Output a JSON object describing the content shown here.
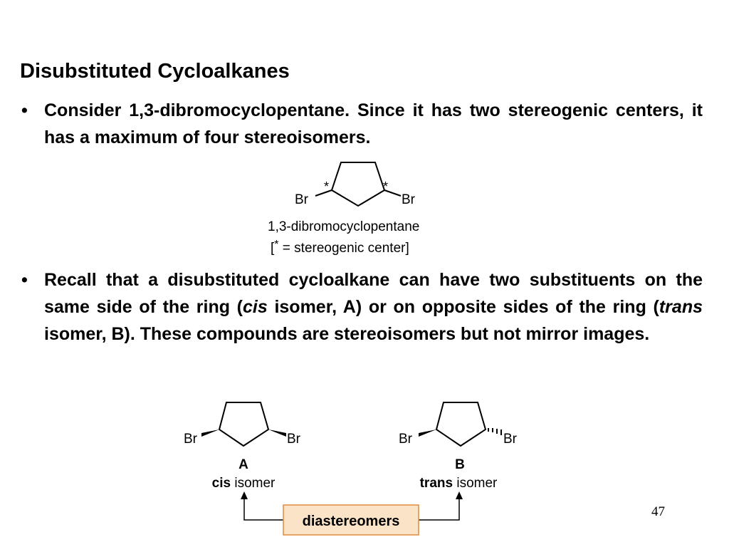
{
  "title": "Disubstituted Cycloalkanes",
  "bullet_marker": "•",
  "bullet1": {
    "text": "Consider 1,3-dibromocyclopentane. Since it has two stereogenic centers, it has a maximum of four stereoisomers."
  },
  "figure1": {
    "br_left": "Br",
    "br_right": "Br",
    "star": "*",
    "caption_line1": "1,3-dibromocyclopentane",
    "caption_line2_open": "[",
    "caption_line2_rest": " = stereogenic center]"
  },
  "bullet2": {
    "part1": "Recall that a disubstituted cycloalkane can have two substituents on the same side of the ring (",
    "cis": "cis",
    "part2": " isomer, A) or on opposite sides of the ring (",
    "trans": "trans",
    "part3": " isomer, B). These compounds are stereoisomers but not mirror images."
  },
  "figure2": {
    "isomer_a": {
      "br_left": "Br",
      "br_right": "Br",
      "letter": "A",
      "name_bold": "cis",
      "name_rest": " isomer"
    },
    "isomer_b": {
      "br_left": "Br",
      "br_right": "Br",
      "letter": "B",
      "name_bold": "trans",
      "name_rest": " isomer"
    },
    "relation_label": "diastereomers",
    "relation_box_color": "#fbe3c8",
    "relation_box_border": "#e08a3c"
  },
  "page_number": "47"
}
